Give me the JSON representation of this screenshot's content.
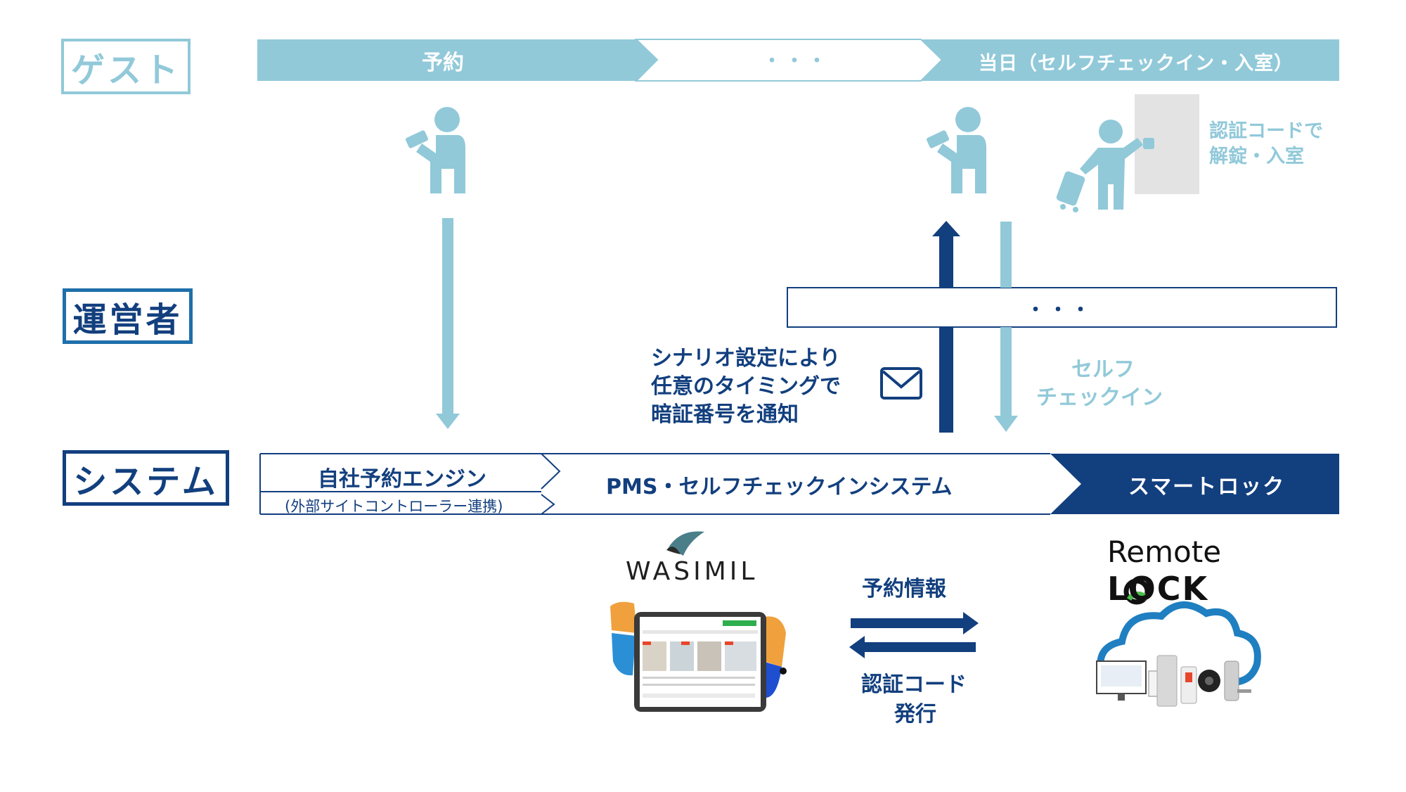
{
  "roles": {
    "guest": "ゲスト",
    "operator": "運営者",
    "system": "システム"
  },
  "timeline": {
    "reserve": "予約",
    "middle_dots": "・・・",
    "day_of": "当日（セルフチェックイン・入室）"
  },
  "unlock_note": [
    "認証コードで",
    "解錠・入室"
  ],
  "operator_dots": "・・・",
  "notification": [
    "シナリオ設定により",
    "任意のタイミングで",
    "暗証番号を通知"
  ],
  "self_checkin": [
    "セルフ",
    "チェックイン"
  ],
  "system_bar": {
    "engine": "自社予約エンジン",
    "engine_sub": "(外部サイトコントローラー連携)",
    "pms": "PMS・セルフチェックインシステム",
    "smartlock": "スマートロック"
  },
  "logos": {
    "wasimil": "WASIMIL",
    "remote_lock_line1": "Remote",
    "remote_lock_line2": "LOCK"
  },
  "exchange": {
    "top": "予約情報",
    "bottom": [
      "認証コード",
      "発行"
    ]
  },
  "colors": {
    "light_blue": "#91c9d9",
    "navy": "#123f7e",
    "gray_door": "#e3e3e3"
  },
  "icons": [
    "guest-phone-icon",
    "guest-luggage-icon",
    "door-icon",
    "mail-icon",
    "tablet-screenshot-icon",
    "cloud-devices-icon"
  ]
}
